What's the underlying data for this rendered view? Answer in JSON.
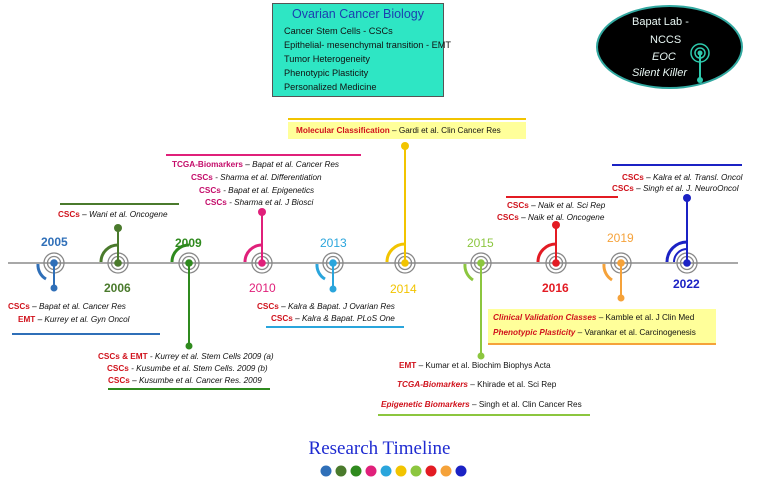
{
  "topbox": {
    "title": "Ovarian  Cancer Biology",
    "items": [
      "Cancer Stem Cells  -  CSCs",
      "Epithelial- mesenchymal transition - EMT",
      "Tumor Heterogeneity",
      "Phenotypic Plasticity",
      "Personalized Medicine"
    ]
  },
  "lab": {
    "line1": "Bapat Lab -",
    "line2": "NCCS",
    "line3": "EOC",
    "line4": "Silent Killer"
  },
  "years": {
    "y2005": "2005",
    "y2006": "2006",
    "y2009": "2009",
    "y2010": "2010",
    "y2013": "2013",
    "y2014": "2014",
    "y2015": "2015",
    "y2016": "2016",
    "y2019": "2019",
    "y2022": "2022"
  },
  "refs": {
    "r2005a_tag": "CSCs",
    "r2005a_txt": " – Bapat et al. Cancer Res",
    "r2005b_tag": "EMT",
    "r2005b_txt": " – Kurrey et al. Gyn Oncol",
    "r2006_tag": "CSCs",
    "r2006_txt": " – Wani et al. Oncogene",
    "r2009a_tag": "CSCs & EMT",
    "r2009a_txt": " - Kurrey et al. Stem Cells 2009 (a)",
    "r2009b_tag": "CSCs",
    "r2009b_txt": " - Kusumbe et al. Stem Cells. 2009 (b)",
    "r2009c_tag": "CSCs",
    "r2009c_txt": " – Kusumbe et al. Cancer Res. 2009",
    "r2010a_tag": "TCGA-Biomarkers",
    "r2010a_txt": " – Bapat et al. Cancer Res",
    "r2010b_tag": "CSCs",
    "r2010b_txt": " - Sharma et al. Differentiation",
    "r2010c_tag": "CSCs",
    "r2010c_txt": " - Bapat et al. Epigenetics",
    "r2010d_tag": "CSCs",
    "r2010d_txt": " - Sharma et al. J Biosci",
    "r2013a_tag": "CSCs",
    "r2013a_txt": " – Kalra & Bapat. J Ovarian Res",
    "r2013b_tag": "CSCs",
    "r2013b_txt": " – Kalra & Bapat. PLoS One",
    "r2014_tag": "Molecular Classification",
    "r2014_txt": " – Gardi et al. Clin Cancer Res",
    "r2015a_tag": "EMT",
    "r2015a_txt": " – Kumar et al. Biochim Biophys Acta",
    "r2015b_tag": "TCGA-Biomarkers",
    "r2015b_txt": " – Khirade et al. Sci Rep",
    "r2015c_tag": "Epigenetic Biomarkers",
    "r2015c_txt": " – Singh et al. Clin Cancer Res",
    "r2016a_tag": "CSCs",
    "r2016a_txt": " – Naik et al. Sci Rep",
    "r2016b_tag": "CSCs",
    "r2016b_txt": " – Naik et al. Oncogene",
    "r2019a_tag": "Clinical Validation Classes",
    "r2019a_txt": "  – Kamble et al. J Clin Med",
    "r2019b_tag": "Phenotypic Plasticity",
    "r2019b_txt": " – Varankar et al.  Carcinogenesis",
    "r2022a_tag": "CSCs",
    "r2022a_txt": " – Kalra et al. Transl. Oncol",
    "r2022b_tag": "CSCs",
    "r2022b_txt": " – Singh et al. J. NeuroOncol"
  },
  "title": "Research Timeline",
  "colors": {
    "y2005": "#2f6fb8",
    "y2006": "#4a7a2c",
    "y2009": "#2f8a1e",
    "y2010": "#e0207a",
    "y2013": "#2aa5dc",
    "y2014": "#f2c400",
    "y2015": "#8cc63f",
    "y2016": "#e31b23",
    "y2019": "#f5a23a",
    "y2022": "#1b22c4",
    "tag_red": "#d0121c",
    "tag_pink": "#c40c6a"
  }
}
